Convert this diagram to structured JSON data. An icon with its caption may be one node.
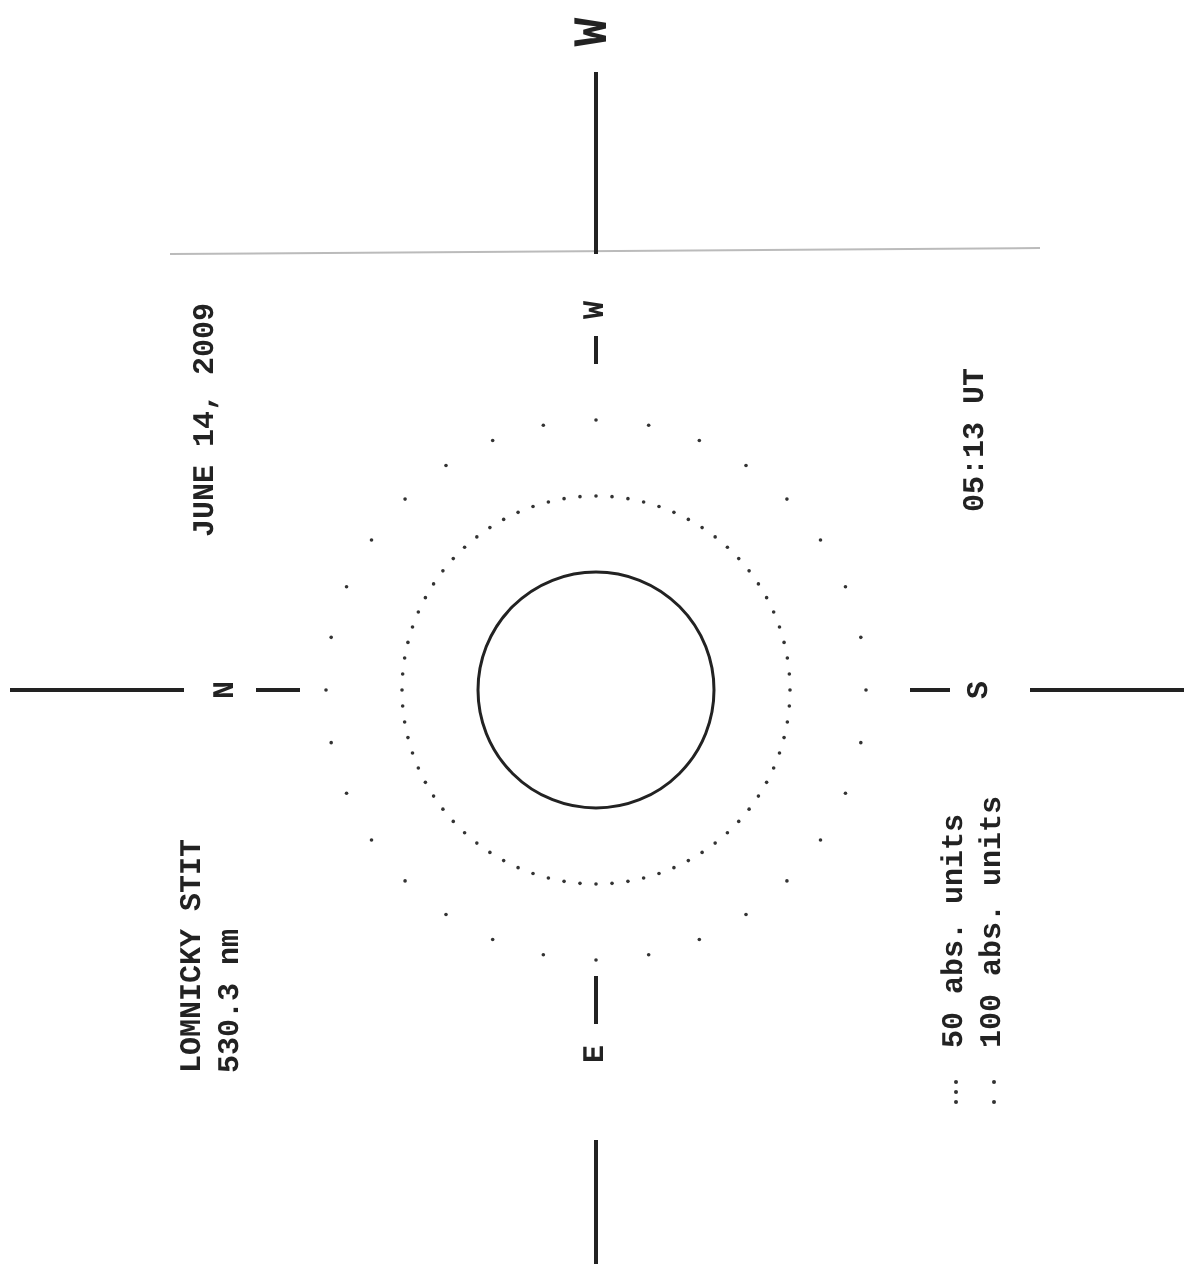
{
  "diagram": {
    "labels": [
      "W",
      "JUNE 14, 2009",
      "W",
      "05:13 UT",
      "N",
      "S",
      "LOMNICKY STIT",
      "530.3 nm",
      "E"
    ],
    "legend": [
      {
        "text": "50 abs. units"
      },
      {
        "text": "100 abs. units"
      }
    ]
  }
}
